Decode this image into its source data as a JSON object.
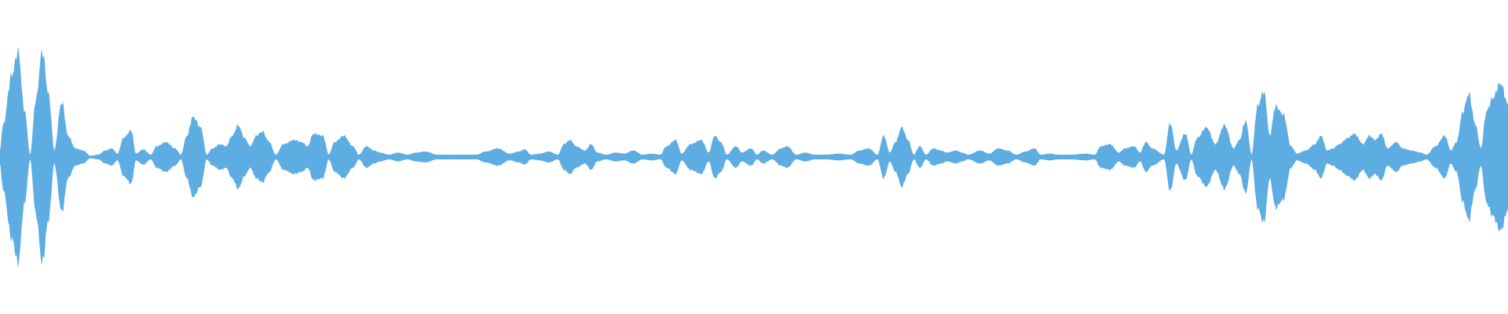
{
  "waveform": {
    "color": "#5dade2",
    "amplitude_envelope": [
      [
        0.0,
        0.05
      ],
      [
        0.002,
        0.3
      ],
      [
        0.008,
        0.78
      ],
      [
        0.012,
        1.0
      ],
      [
        0.016,
        0.45
      ],
      [
        0.02,
        0.02
      ],
      [
        0.024,
        0.55
      ],
      [
        0.028,
        1.0
      ],
      [
        0.032,
        0.6
      ],
      [
        0.036,
        0.06
      ],
      [
        0.041,
        0.52
      ],
      [
        0.045,
        0.2
      ],
      [
        0.05,
        0.08
      ],
      [
        0.055,
        0.06
      ],
      [
        0.06,
        0.01
      ],
      [
        0.065,
        0.02
      ],
      [
        0.07,
        0.06
      ],
      [
        0.074,
        0.08
      ],
      [
        0.078,
        0.03
      ],
      [
        0.082,
        0.18
      ],
      [
        0.087,
        0.25
      ],
      [
        0.09,
        0.03
      ],
      [
        0.095,
        0.07
      ],
      [
        0.1,
        0.02
      ],
      [
        0.104,
        0.1
      ],
      [
        0.11,
        0.14
      ],
      [
        0.116,
        0.08
      ],
      [
        0.12,
        0.02
      ],
      [
        0.124,
        0.2
      ],
      [
        0.128,
        0.38
      ],
      [
        0.133,
        0.28
      ],
      [
        0.137,
        0.02
      ],
      [
        0.141,
        0.08
      ],
      [
        0.146,
        0.12
      ],
      [
        0.15,
        0.1
      ],
      [
        0.154,
        0.2
      ],
      [
        0.158,
        0.3
      ],
      [
        0.162,
        0.18
      ],
      [
        0.166,
        0.1
      ],
      [
        0.17,
        0.2
      ],
      [
        0.174,
        0.24
      ],
      [
        0.178,
        0.15
      ],
      [
        0.183,
        0.02
      ],
      [
        0.188,
        0.12
      ],
      [
        0.195,
        0.16
      ],
      [
        0.2,
        0.14
      ],
      [
        0.204,
        0.1
      ],
      [
        0.208,
        0.22
      ],
      [
        0.214,
        0.2
      ],
      [
        0.218,
        0.02
      ],
      [
        0.222,
        0.14
      ],
      [
        0.228,
        0.2
      ],
      [
        0.234,
        0.1
      ],
      [
        0.238,
        0.02
      ],
      [
        0.243,
        0.1
      ],
      [
        0.248,
        0.06
      ],
      [
        0.252,
        0.04
      ],
      [
        0.258,
        0.02
      ],
      [
        0.264,
        0.04
      ],
      [
        0.27,
        0.02
      ],
      [
        0.276,
        0.04
      ],
      [
        0.282,
        0.05
      ],
      [
        0.29,
        0.02
      ],
      [
        0.3,
        0.02
      ],
      [
        0.31,
        0.02
      ],
      [
        0.316,
        0.02
      ],
      [
        0.322,
        0.05
      ],
      [
        0.33,
        0.08
      ],
      [
        0.338,
        0.03
      ],
      [
        0.344,
        0.05
      ],
      [
        0.348,
        0.07
      ],
      [
        0.352,
        0.02
      ],
      [
        0.358,
        0.03
      ],
      [
        0.364,
        0.05
      ],
      [
        0.37,
        0.02
      ],
      [
        0.374,
        0.12
      ],
      [
        0.378,
        0.16
      ],
      [
        0.382,
        0.1
      ],
      [
        0.388,
        0.06
      ],
      [
        0.392,
        0.12
      ],
      [
        0.396,
        0.04
      ],
      [
        0.402,
        0.02
      ],
      [
        0.408,
        0.04
      ],
      [
        0.414,
        0.03
      ],
      [
        0.42,
        0.06
      ],
      [
        0.426,
        0.02
      ],
      [
        0.432,
        0.03
      ],
      [
        0.438,
        0.02
      ],
      [
        0.442,
        0.1
      ],
      [
        0.448,
        0.16
      ],
      [
        0.452,
        0.03
      ],
      [
        0.458,
        0.12
      ],
      [
        0.465,
        0.16
      ],
      [
        0.47,
        0.04
      ],
      [
        0.474,
        0.2
      ],
      [
        0.478,
        0.14
      ],
      [
        0.482,
        0.02
      ],
      [
        0.488,
        0.1
      ],
      [
        0.492,
        0.04
      ],
      [
        0.498,
        0.08
      ],
      [
        0.502,
        0.02
      ],
      [
        0.506,
        0.06
      ],
      [
        0.512,
        0.02
      ],
      [
        0.518,
        0.08
      ],
      [
        0.522,
        0.1
      ],
      [
        0.528,
        0.02
      ],
      [
        0.534,
        0.04
      ],
      [
        0.54,
        0.02
      ],
      [
        0.548,
        0.02
      ],
      [
        0.556,
        0.03
      ],
      [
        0.564,
        0.02
      ],
      [
        0.57,
        0.06
      ],
      [
        0.576,
        0.08
      ],
      [
        0.582,
        0.02
      ],
      [
        0.586,
        0.2
      ],
      [
        0.59,
        0.04
      ],
      [
        0.594,
        0.14
      ],
      [
        0.598,
        0.28
      ],
      [
        0.602,
        0.16
      ],
      [
        0.606,
        0.02
      ],
      [
        0.61,
        0.1
      ],
      [
        0.614,
        0.02
      ],
      [
        0.619,
        0.08
      ],
      [
        0.624,
        0.06
      ],
      [
        0.628,
        0.04
      ],
      [
        0.634,
        0.06
      ],
      [
        0.638,
        0.04
      ],
      [
        0.642,
        0.02
      ],
      [
        0.65,
        0.06
      ],
      [
        0.656,
        0.03
      ],
      [
        0.662,
        0.08
      ],
      [
        0.668,
        0.06
      ],
      [
        0.674,
        0.02
      ],
      [
        0.68,
        0.05
      ],
      [
        0.686,
        0.08
      ],
      [
        0.69,
        0.02
      ],
      [
        0.696,
        0.03
      ],
      [
        0.702,
        0.02
      ],
      [
        0.71,
        0.02
      ],
      [
        0.72,
        0.03
      ],
      [
        0.726,
        0.02
      ],
      [
        0.73,
        0.1
      ],
      [
        0.736,
        0.12
      ],
      [
        0.742,
        0.04
      ],
      [
        0.746,
        0.08
      ],
      [
        0.752,
        0.1
      ],
      [
        0.756,
        0.04
      ],
      [
        0.76,
        0.14
      ],
      [
        0.764,
        0.08
      ],
      [
        0.772,
        0.02
      ],
      [
        0.776,
        0.32
      ],
      [
        0.78,
        0.06
      ],
      [
        0.786,
        0.22
      ],
      [
        0.79,
        0.02
      ],
      [
        0.794,
        0.18
      ],
      [
        0.8,
        0.28
      ],
      [
        0.806,
        0.12
      ],
      [
        0.812,
        0.3
      ],
      [
        0.818,
        0.08
      ],
      [
        0.822,
        0.16
      ],
      [
        0.826,
        0.34
      ],
      [
        0.83,
        0.02
      ],
      [
        0.834,
        0.48
      ],
      [
        0.838,
        0.62
      ],
      [
        0.842,
        0.2
      ],
      [
        0.846,
        0.48
      ],
      [
        0.851,
        0.4
      ],
      [
        0.856,
        0.1
      ],
      [
        0.86,
        0.03
      ],
      [
        0.866,
        0.06
      ],
      [
        0.872,
        0.12
      ],
      [
        0.876,
        0.2
      ],
      [
        0.88,
        0.06
      ],
      [
        0.884,
        0.08
      ],
      [
        0.888,
        0.12
      ],
      [
        0.894,
        0.18
      ],
      [
        0.898,
        0.22
      ],
      [
        0.904,
        0.12
      ],
      [
        0.908,
        0.2
      ],
      [
        0.912,
        0.16
      ],
      [
        0.916,
        0.22
      ],
      [
        0.92,
        0.08
      ],
      [
        0.926,
        0.14
      ],
      [
        0.93,
        0.08
      ],
      [
        0.936,
        0.06
      ],
      [
        0.942,
        0.04
      ],
      [
        0.946,
        0.02
      ],
      [
        0.952,
        0.1
      ],
      [
        0.958,
        0.2
      ],
      [
        0.962,
        0.06
      ],
      [
        0.966,
        0.14
      ],
      [
        0.97,
        0.42
      ],
      [
        0.974,
        0.6
      ],
      [
        0.978,
        0.32
      ],
      [
        0.982,
        0.08
      ],
      [
        0.986,
        0.44
      ],
      [
        0.99,
        0.56
      ],
      [
        0.995,
        0.7
      ],
      [
        1.0,
        0.5
      ]
    ]
  }
}
